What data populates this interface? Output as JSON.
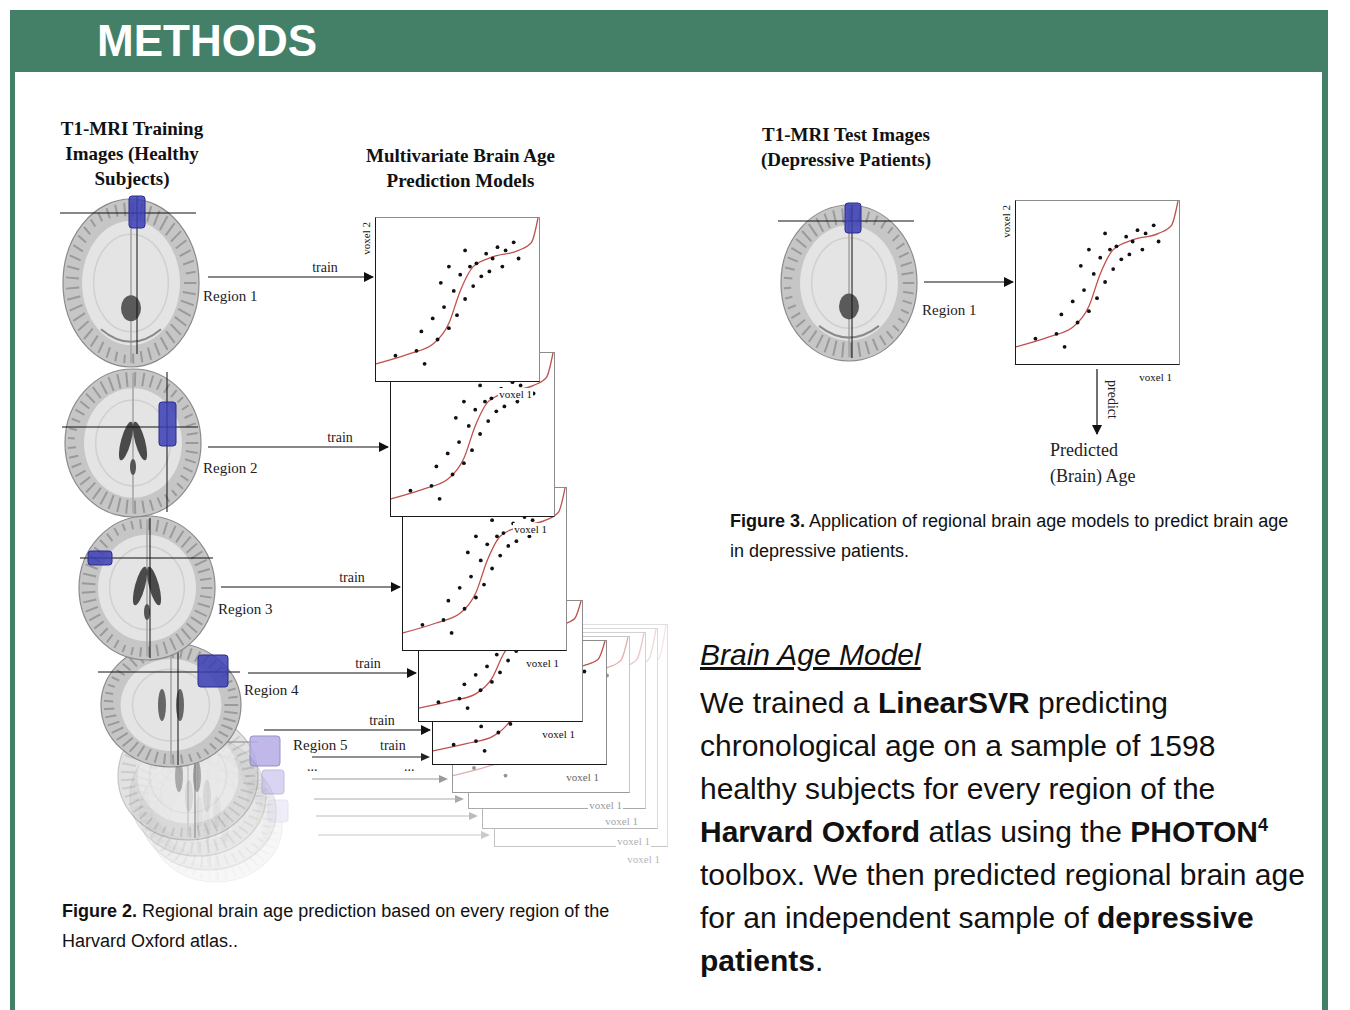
{
  "diagram": {
    "title": "METHODS",
    "nodes": [
      {
        "text": [
          "Region 1"
        ]
      },
      {
        "text": [
          "voxel 2",
          "voxel 1"
        ]
      },
      {
        "text": [
          "Region 2"
        ]
      },
      {
        "text": [
          "voxel 1"
        ]
      },
      {
        "text": [
          "Region 3"
        ]
      },
      {
        "text": [
          "voxel 1"
        ]
      },
      {
        "text": [
          "Region 4"
        ]
      },
      {
        "text": [
          "voxel 1"
        ]
      },
      {
        "text": [
          "Region 5"
        ]
      },
      {
        "text": [
          "voxel 1"
        ]
      },
      {
        "text": [
          "voxel 1"
        ]
      },
      {
        "text": [
          "voxel 1"
        ]
      },
      {
        "text": [
          "voxel 1"
        ]
      },
      {
        "text": [
          "voxel 1"
        ]
      },
      {
        "text": [
          "Region 1"
        ]
      },
      {
        "text": [
          "voxel 2",
          "voxel 1"
        ]
      },
      {
        "text": [
          "Predicted (Brain) Age"
        ]
      }
    ],
    "edges": [
      {
        "from": 0,
        "to": 1,
        "arrow": "to",
        "label": "train"
      },
      {
        "from": 2,
        "to": 3,
        "arrow": "to",
        "label": "train"
      },
      {
        "from": 4,
        "to": 5,
        "arrow": "to",
        "label": "train"
      },
      {
        "from": 6,
        "to": 7,
        "arrow": "to",
        "label": "train"
      },
      {
        "from": 8,
        "to": 9,
        "arrow": "to",
        "label": "train"
      },
      {
        "from": 14,
        "to": 15,
        "arrow": "to"
      },
      {
        "from": 15,
        "to": 16,
        "arrow": "to",
        "label": "predict"
      }
    ],
    "labels": [
      "T1-MRI Training Images (Healthy Subjects)",
      "Multivariate Brain Age Prediction Models",
      "T1-MRI Test Images (Depressive Patients)",
      "Figure 3.",
      "Application of regional brain age models to predict brain age in depressive patients.",
      "train",
      "...",
      "...",
      "Brain Age Model",
      "We trained a",
      "LinearSVR",
      "predicting chronological age on a sample of 1598 healthy subjects for every region of the",
      "Harvard Oxford",
      "atlas using the",
      "PHOTON",
      "4",
      "toolbox. We then predicted regional brain age for an independent sample of",
      "depressive patients",
      ".",
      "Figure 2.",
      "Regional brain age prediction based on every region of the Harvard Oxford atlas.."
    ]
  }
}
